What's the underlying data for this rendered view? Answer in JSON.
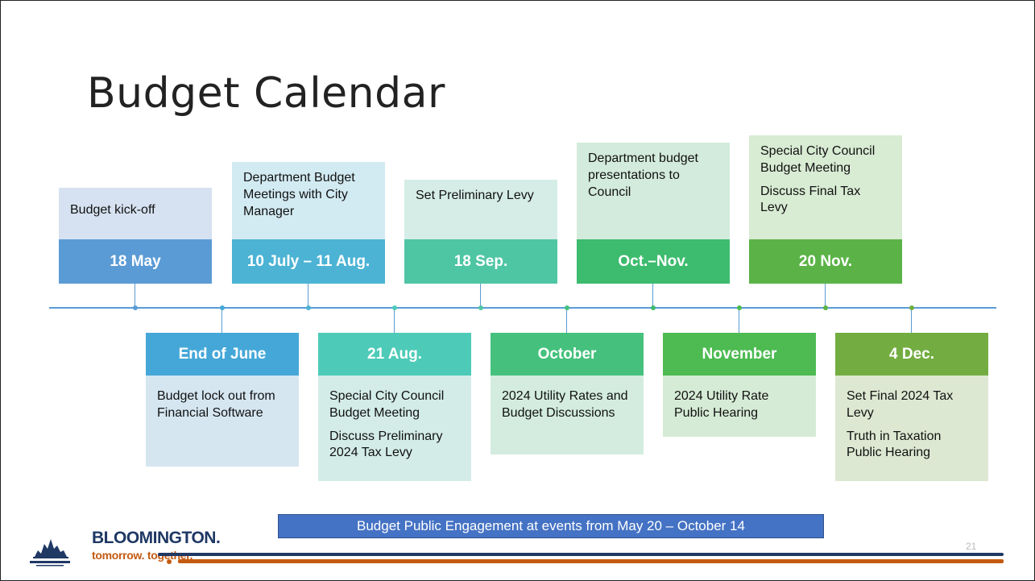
{
  "title": "Budget Calendar",
  "top_events": [
    {
      "date": "18 May",
      "lines": [
        "Budget kick-off"
      ],
      "label_color": "#5b9bd5",
      "desc_color": "#d6e2f1"
    },
    {
      "date": "10 July – 11 Aug.",
      "lines": [
        "Department Budget Meetings with City Manager"
      ],
      "label_color": "#4cb3d4",
      "desc_color": "#d2eaf2"
    },
    {
      "date": "18 Sep.",
      "lines": [
        "Set Preliminary Levy"
      ],
      "label_color": "#4fc6a3",
      "desc_color": "#d5ede6"
    },
    {
      "date": "Oct.–Nov.",
      "lines": [
        "Department budget presentations to Council"
      ],
      "label_color": "#3dbb6e",
      "desc_color": "#d3ebdc"
    },
    {
      "date": "20 Nov.",
      "lines": [
        "Special City Council Budget Meeting",
        "Discuss Final Tax Levy"
      ],
      "label_color": "#5bb347",
      "desc_color": "#d8ebd3"
    }
  ],
  "bottom_events": [
    {
      "date": "End of June",
      "lines": [
        "Budget lock out from Financial Software"
      ],
      "label_color": "#45a7d8",
      "desc_color": "#d5e6f1"
    },
    {
      "date": "21 Aug.",
      "lines": [
        "Special City Council Budget Meeting",
        "Discuss Preliminary 2024 Tax Levy"
      ],
      "label_color": "#4dcbb8",
      "desc_color": "#d3ece7"
    },
    {
      "date": "October",
      "lines": [
        "2024 Utility Rates and Budget Discussions"
      ],
      "label_color": "#45c17d",
      "desc_color": "#d3ecdf"
    },
    {
      "date": "November",
      "lines": [
        "2024 Utility Rate Public Hearing"
      ],
      "label_color": "#4dbb52",
      "desc_color": "#d6ebd5"
    },
    {
      "date": "4 Dec.",
      "lines": [
        "Set Final 2024 Tax Levy",
        "Truth in Taxation Public Hearing"
      ],
      "label_color": "#73ad41",
      "desc_color": "#dde8d2"
    }
  ],
  "engagement_banner": "Budget Public Engagement at events from May 20 – October 14",
  "footer": {
    "brand": "BLOOMINGTON.",
    "tagline_part1": "tomorrow.",
    "tagline_part2": "together.",
    "page_number": "21"
  },
  "colors": {
    "timeline": "#5b9bd5",
    "banner": "#4472c4",
    "brand_navy": "#1f3864",
    "brand_orange": "#c55a11"
  }
}
